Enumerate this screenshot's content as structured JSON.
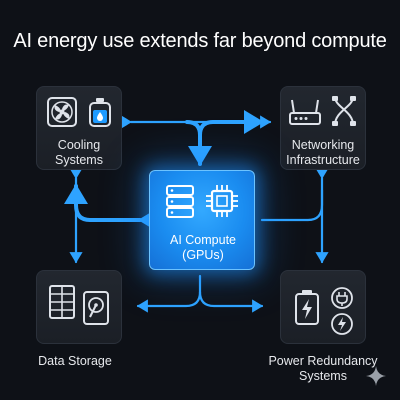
{
  "title": "AI energy use extends far beyond compute",
  "center": {
    "line1": "AI Compute",
    "line2": "(GPUs)"
  },
  "nodes": {
    "cooling": {
      "line1": "Cooling",
      "line2": "Systems"
    },
    "networking": {
      "line1": "Networking",
      "line2": "Infrastructure"
    },
    "storage": {
      "line1": "Data Storage"
    },
    "power": {
      "line1": "Power Redundancy",
      "line2": "Systems"
    }
  },
  "colors": {
    "accent": "#1e9bff",
    "background": "#0e1117",
    "card": "#1f242c"
  }
}
